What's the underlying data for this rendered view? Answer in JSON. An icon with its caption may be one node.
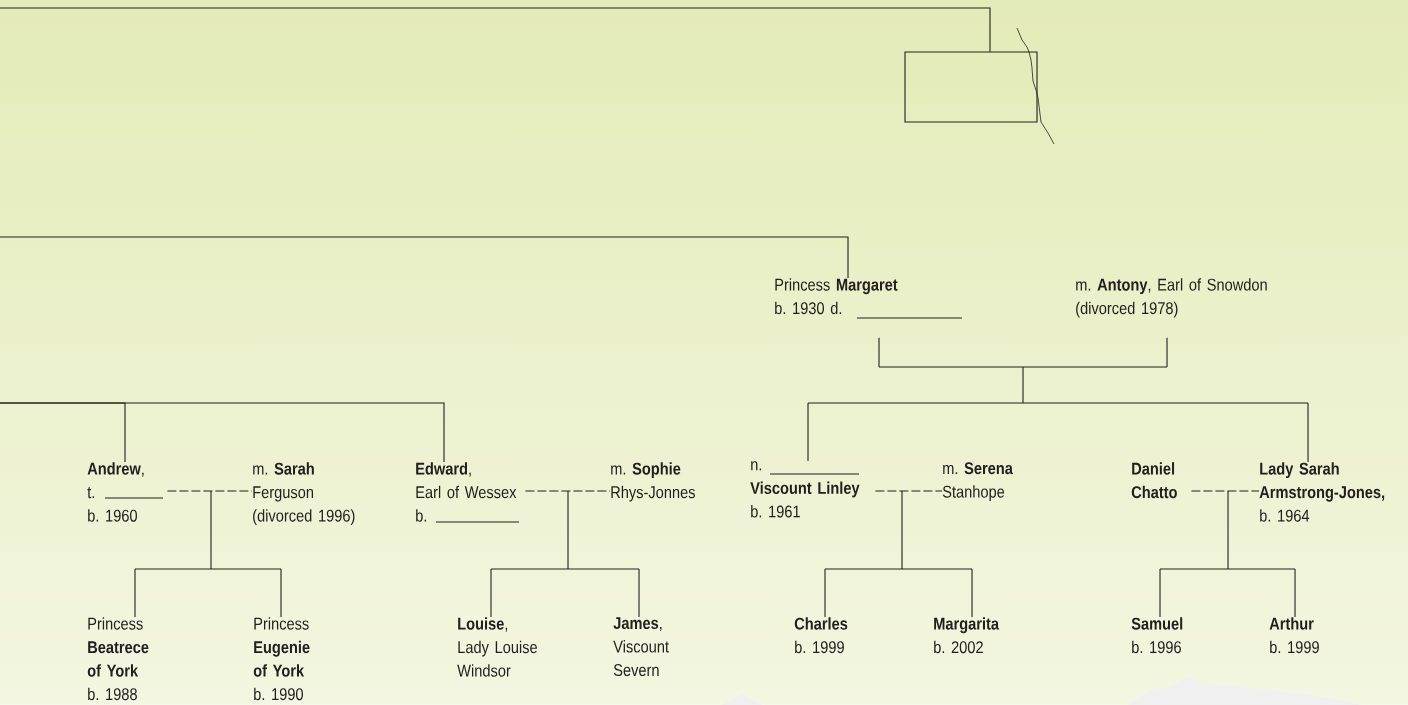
{
  "diagram": {
    "nodes": [
      {
        "text": [],
        "shape": "box"
      },
      {
        "text": [
          "Princess **Margaret**",
          "b. 1930 d."
        ]
      },
      {
        "text": [
          "m. **Antony**, Earl of Snowdon",
          "(divorced 1978)"
        ]
      },
      {
        "text": [
          "**Andrew**,",
          "t.",
          "b. 1960"
        ]
      },
      {
        "text": [
          "m. **Sarah**",
          "Ferguson",
          "(divorced 1996)"
        ]
      },
      {
        "text": [
          "**Edward**,",
          "Earl of Wessex",
          "b."
        ]
      },
      {
        "text": [
          "m. **Sophie**",
          "Rhys-Jonnes"
        ]
      },
      {
        "text": [
          "n.",
          "Viscount Linley",
          "b. 1961"
        ]
      },
      {
        "text": [
          "m. **Serena**",
          "Stanhope"
        ]
      },
      {
        "text": [
          "Daniel Chatto"
        ]
      },
      {
        "text": [
          "Lady Sarah Armstrong-Jones,",
          "b. 1964"
        ]
      },
      {
        "text": [
          "Princess **Beatrece of York**",
          "b. 1988"
        ]
      },
      {
        "text": [
          "Princess **Eugenie of York**",
          "b. 1990"
        ]
      },
      {
        "text": [
          "**Louise**,",
          "Lady Louise Windsor"
        ]
      },
      {
        "text": [
          "**James**,",
          "Viscount Severn"
        ]
      },
      {
        "text": [
          "Charles",
          "b. 1999"
        ]
      },
      {
        "text": [
          "Margarita",
          "b. 2002"
        ]
      },
      {
        "text": [
          "Samuel",
          "b. 1996"
        ]
      },
      {
        "text": [
          "Arthur",
          "b. 1999"
        ]
      }
    ],
    "edges": [
      {
        "from": null,
        "to": 0,
        "arrow": "none"
      },
      {
        "from": null,
        "to": 1,
        "arrow": "none"
      },
      {
        "from": null,
        "to": 3,
        "arrow": "none"
      },
      {
        "from": null,
        "to": 5,
        "arrow": "none"
      },
      {
        "from": 1,
        "to": 7,
        "arrow": "none"
      },
      {
        "from": 2,
        "to": 7,
        "arrow": "none"
      },
      {
        "from": 1,
        "to": 10,
        "arrow": "none"
      },
      {
        "from": 2,
        "to": 10,
        "arrow": "none"
      },
      {
        "from": 3,
        "to": 4,
        "arrow": "none",
        "style": "dashed"
      },
      {
        "from": 5,
        "to": 6,
        "arrow": "none",
        "style": "dashed"
      },
      {
        "from": 7,
        "to": 8,
        "arrow": "none",
        "style": "dashed"
      },
      {
        "from": 9,
        "to": 10,
        "arrow": "none",
        "style": "dashed"
      },
      {
        "from": null,
        "to": 11,
        "arrow": "none"
      },
      {
        "from": null,
        "to": 12,
        "arrow": "none"
      },
      {
        "from": null,
        "to": 13,
        "arrow": "none"
      },
      {
        "from": null,
        "to": 14,
        "arrow": "none"
      },
      {
        "from": null,
        "to": 15,
        "arrow": "none"
      },
      {
        "from": null,
        "to": 16,
        "arrow": "none"
      },
      {
        "from": null,
        "to": 17,
        "arrow": "none"
      },
      {
        "from": null,
        "to": 18,
        "arrow": "none"
      }
    ]
  }
}
